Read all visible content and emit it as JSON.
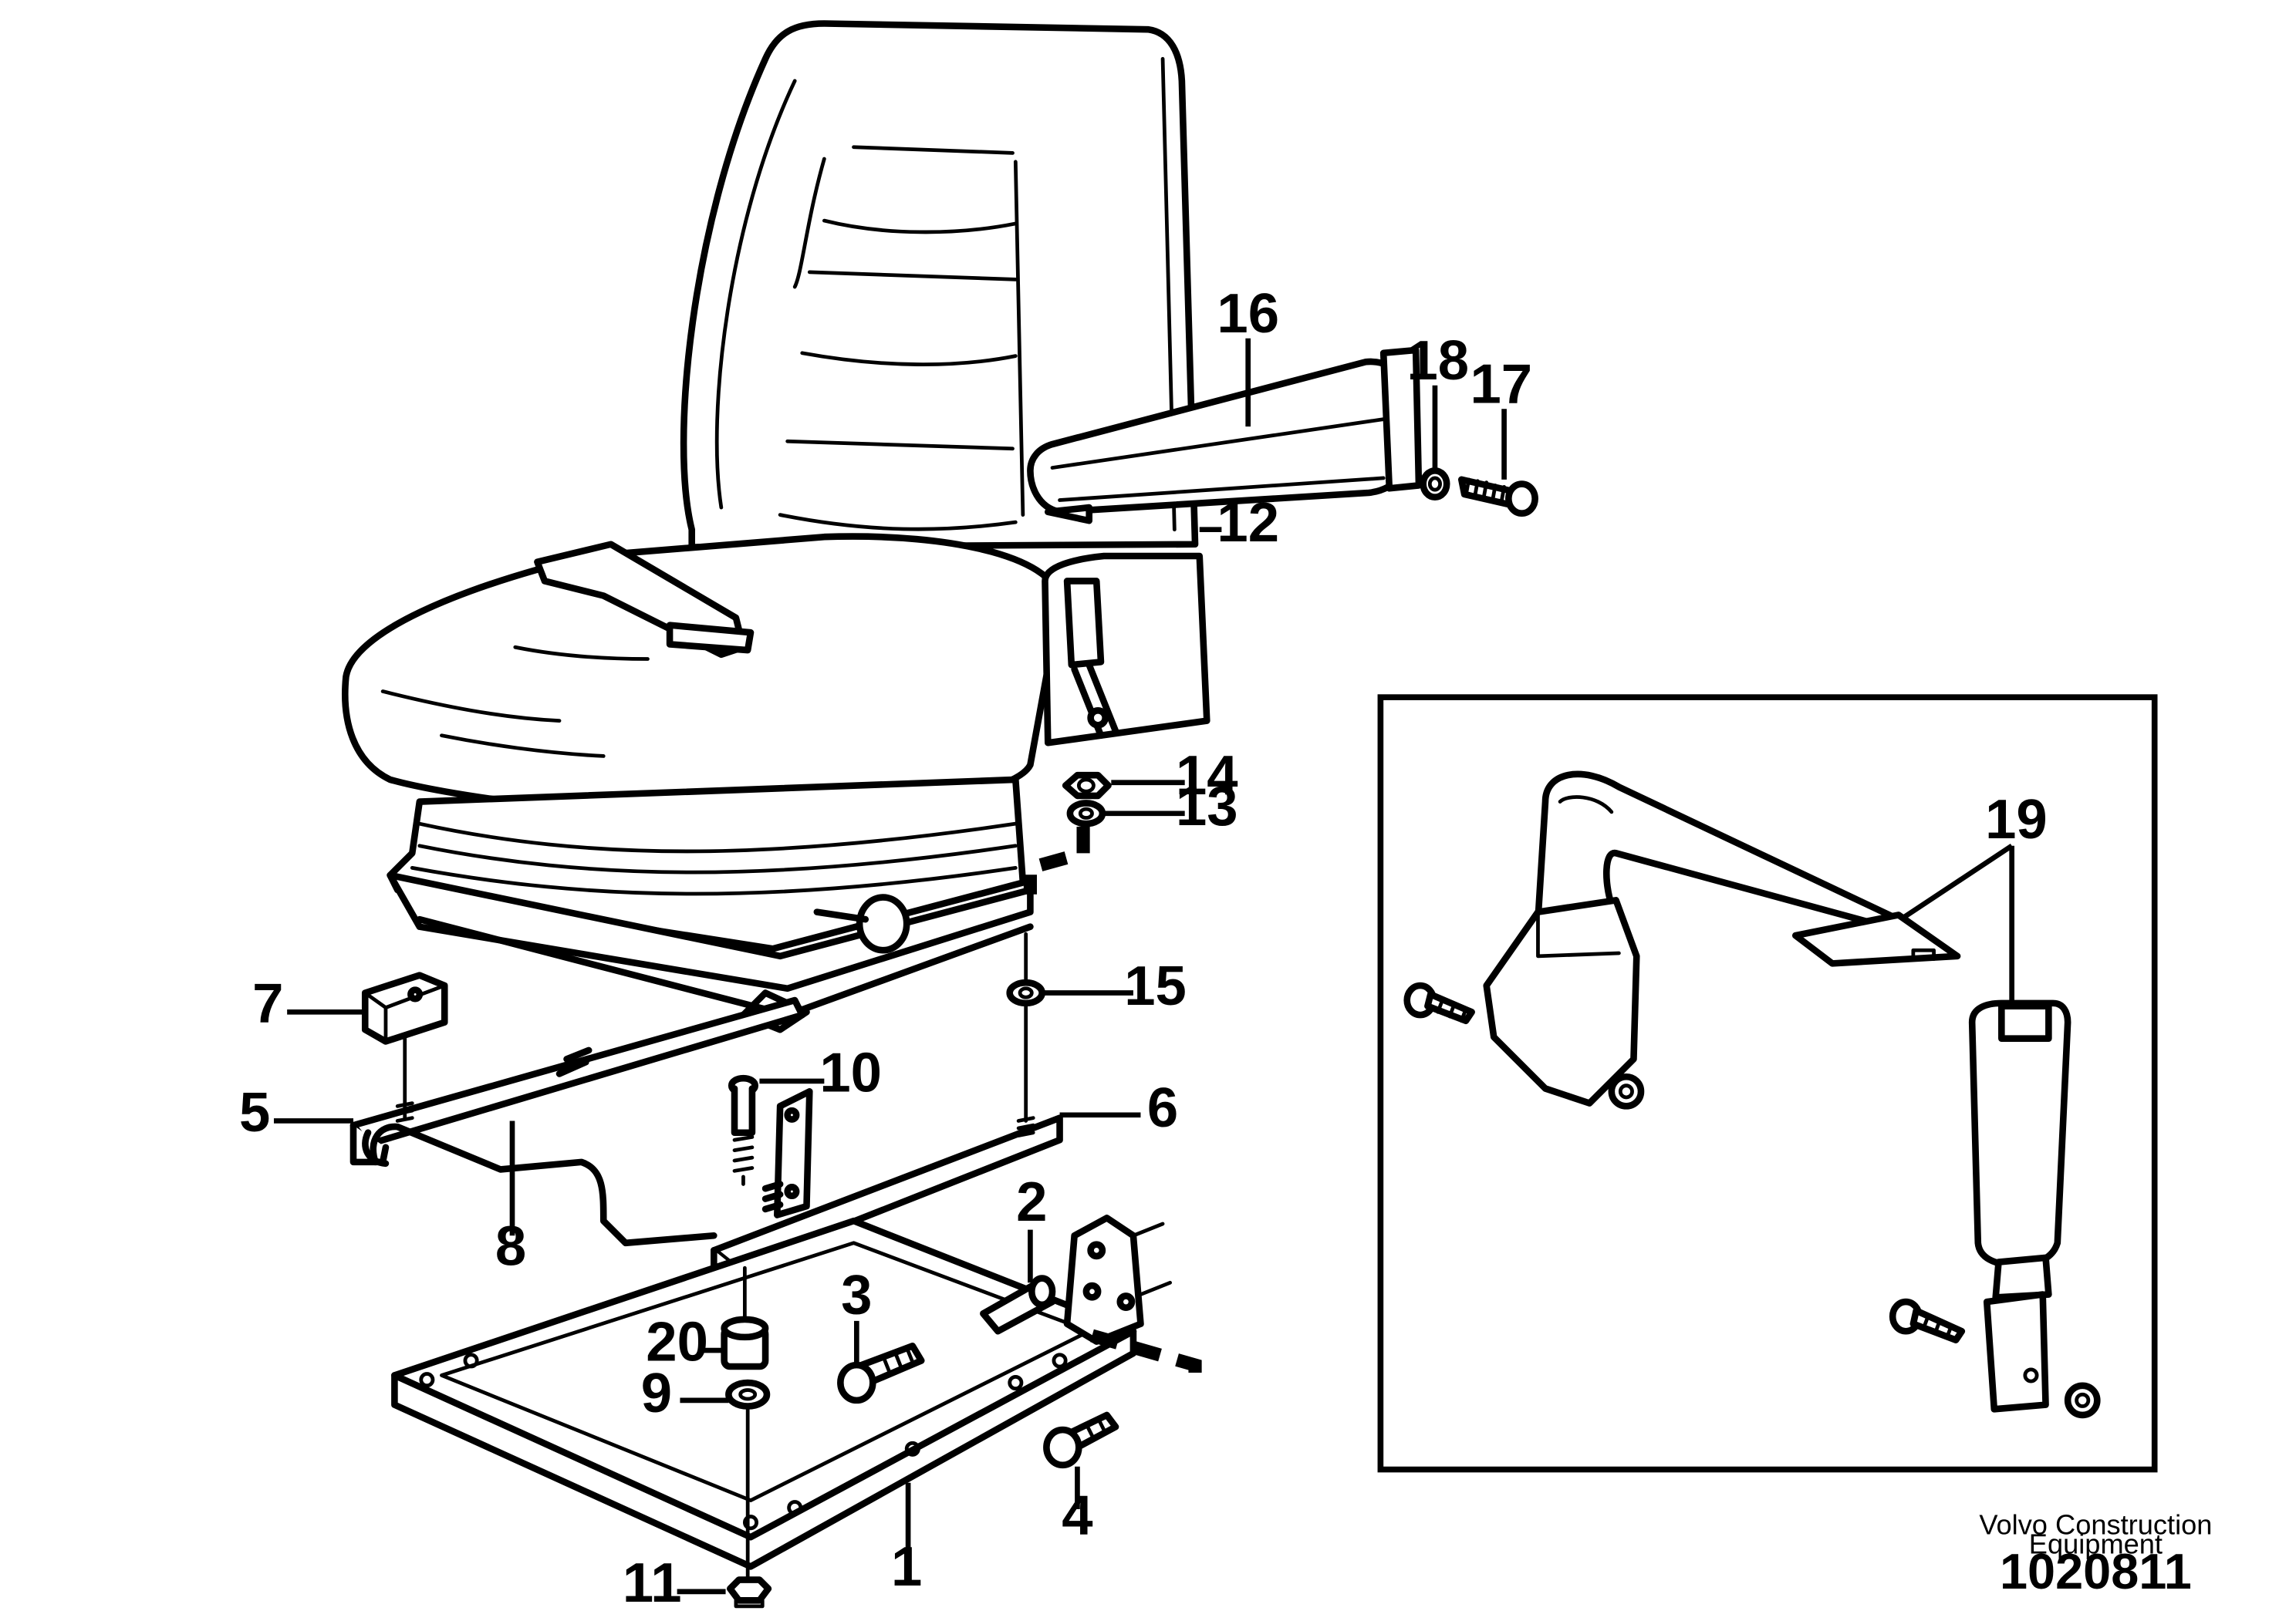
{
  "callouts": {
    "c1": "1",
    "c2": "2",
    "c3": "3",
    "c4": "4",
    "c5": "5",
    "c6": "6",
    "c7": "7",
    "c8": "8",
    "c9": "9",
    "c10": "10",
    "c11": "11",
    "c12": "12",
    "c13": "13",
    "c14": "14",
    "c15": "15",
    "c16": "16",
    "c17": "17",
    "c18": "18",
    "c19": "19",
    "c20": "20"
  },
  "footer": {
    "company_line1": "Volvo Construction",
    "company_line2": "Equipment",
    "document_number": "1020811"
  }
}
